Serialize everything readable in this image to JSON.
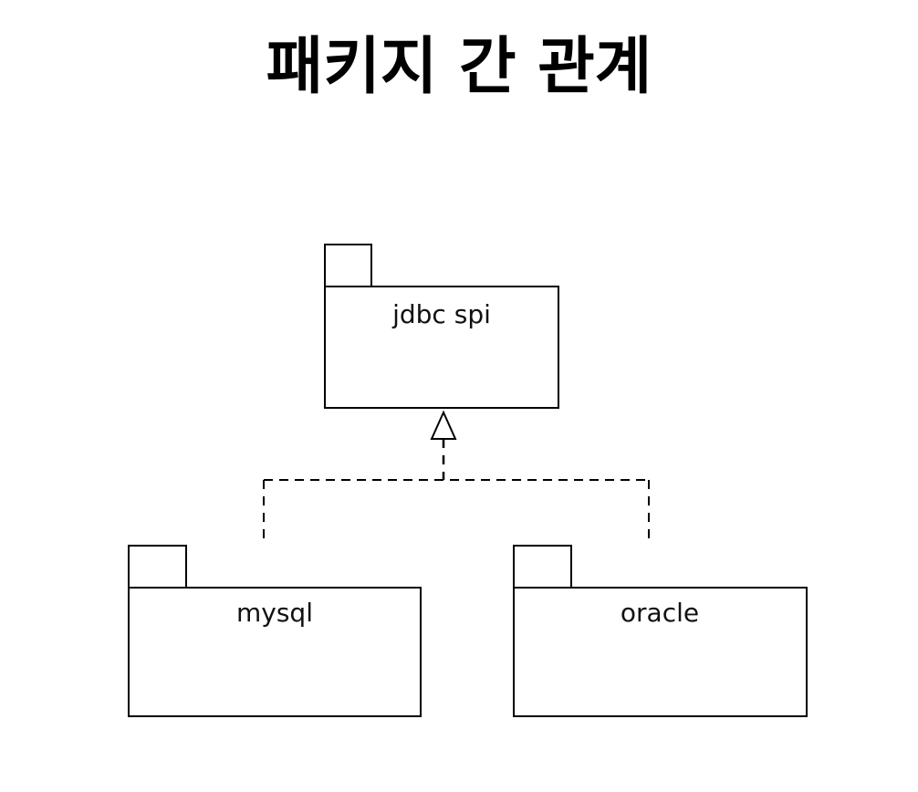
{
  "title": "패키지 간 관계",
  "packages": {
    "jdbc_spi": {
      "label": "jdbc spi"
    },
    "mysql": {
      "label": "mysql"
    },
    "oracle": {
      "label": "oracle"
    }
  },
  "relationship": {
    "type": "realization",
    "line_style": "dashed",
    "arrow_head": "hollow-triangle"
  }
}
